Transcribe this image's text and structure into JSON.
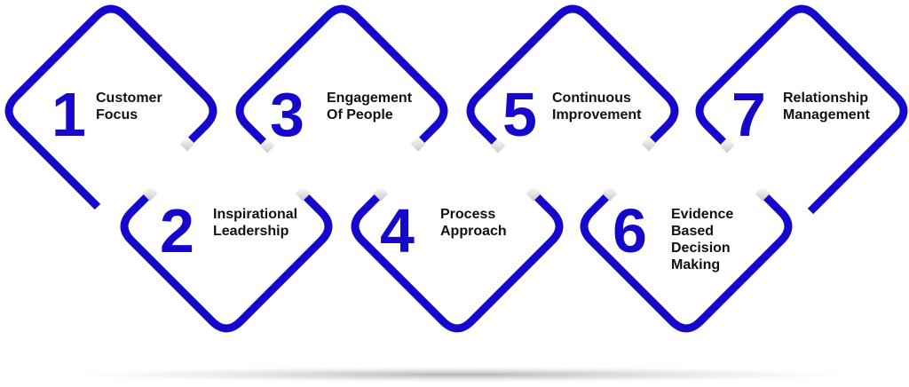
{
  "colors": {
    "accent": "#1508cc",
    "text": "#111111"
  },
  "principles": [
    {
      "number": "1",
      "lines": [
        "Customer",
        "Focus"
      ]
    },
    {
      "number": "2",
      "lines": [
        "Inspirational",
        "Leadership"
      ]
    },
    {
      "number": "3",
      "lines": [
        "Engagement",
        "Of People"
      ]
    },
    {
      "number": "4",
      "lines": [
        "Process",
        "Approach"
      ]
    },
    {
      "number": "5",
      "lines": [
        "Continuous",
        "Improvement"
      ]
    },
    {
      "number": "6",
      "lines": [
        "Evidence",
        "Based",
        "Decision",
        "Making"
      ]
    },
    {
      "number": "7",
      "lines": [
        "Relationship",
        "Management"
      ]
    }
  ]
}
